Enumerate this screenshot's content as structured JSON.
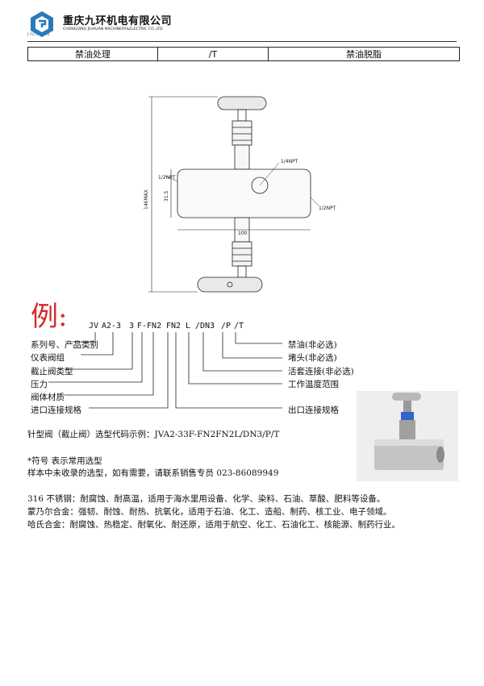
{
  "header": {
    "company_cn": "重庆九环机电有限公司",
    "company_en": "CHONGQING JIUHUAN MACHINERY&ELECTRIC CO.,LTD",
    "logo_text": "JIUHUAN"
  },
  "table": {
    "cells": [
      "禁油处理",
      "/T",
      "禁油脱脂"
    ]
  },
  "drawing": {
    "labels": {
      "top_port": "1/4NPT",
      "left_port": "1/2NPT",
      "right_port": "1/2NPT",
      "height_dim": "146MAX",
      "mid_dim": "31.5",
      "width_dim": "100"
    }
  },
  "example": {
    "big_char": "例:",
    "code_parts": [
      "JV",
      "A2-3",
      "3",
      "F-FN2",
      "FN2",
      "L",
      "/DN3",
      "/P",
      "/T"
    ],
    "left_labels": [
      "系列号、产品类别",
      "仪表阀组",
      "截止阀类型",
      "压力",
      "阀体材质",
      "进口连接规格"
    ],
    "right_labels": [
      "禁油(非必选)",
      "堵头(非必选)",
      "活套连接(非必选)",
      "工作温度范围",
      "出口连接规格"
    ]
  },
  "notes": {
    "selection_example": "针型阀（截止阀）选型代码示例：JVA2-33F-FN2FN2L/DN3/P/T",
    "symbol_note": "*符号 表示常用选型",
    "contact_note": "样本中未收录的选型，如有需要，请联系销售专员 023-86089949",
    "materials": [
      "316 不锈钢：耐腐蚀、耐高温，适用于海水里用设备、化学、染料、石油、草酸、肥料等设备。",
      "蒙乃尔合金：强韧、耐蚀、耐热、抗氧化，适用于石油、化工、造船、制药、核工业、电子领域。",
      "哈氏合金：耐腐蚀、热稳定、耐氧化、耐还原，适用于航空、化工、石油化工、核能源、制药行业。"
    ]
  },
  "colors": {
    "accent_red": "#d42b2b",
    "logo_blue": "#2a7ab8"
  }
}
